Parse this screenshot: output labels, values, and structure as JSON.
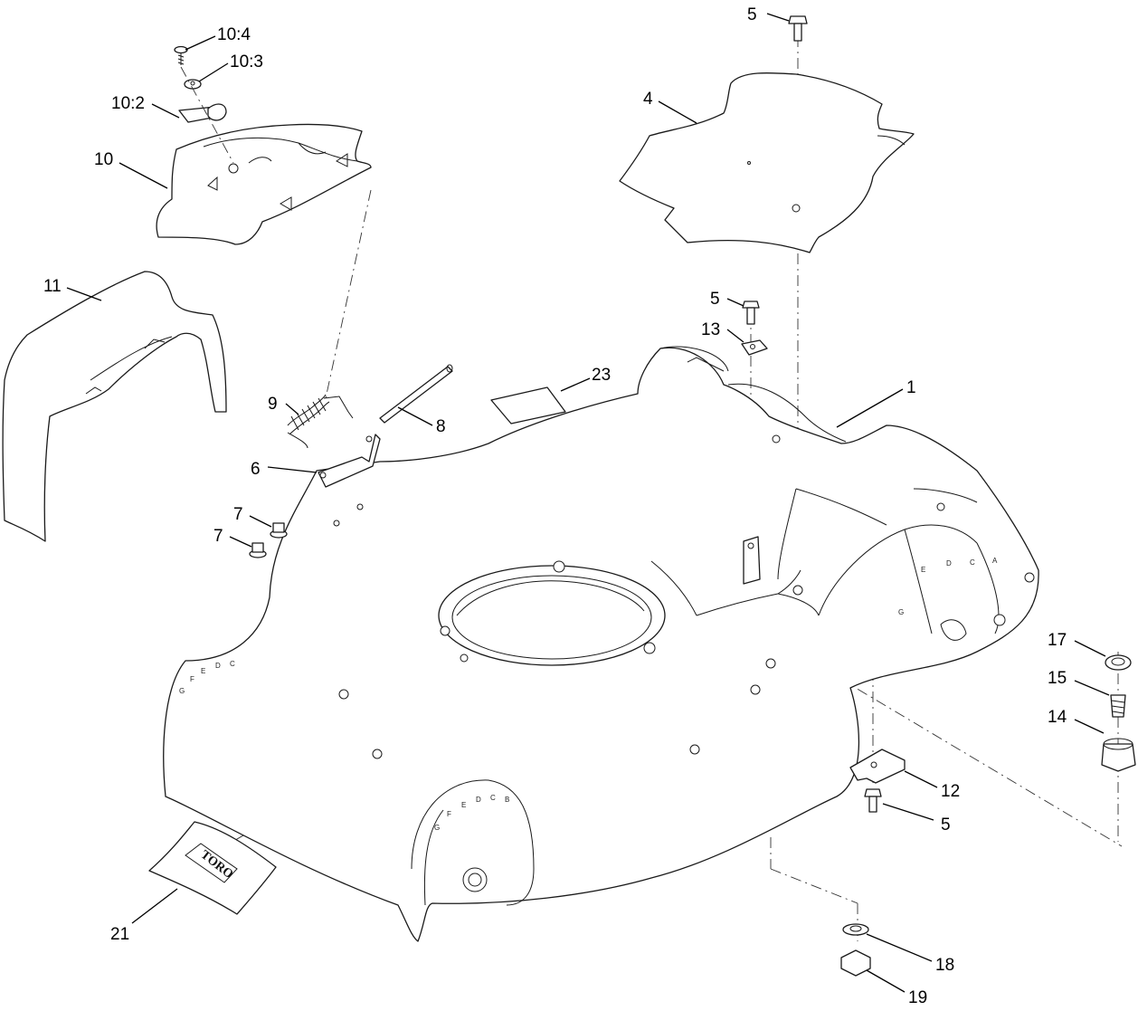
{
  "callouts": [
    {
      "id": "c10-4",
      "text": "10:4"
    },
    {
      "id": "c10-3",
      "text": "10:3"
    },
    {
      "id": "c10-2",
      "text": "10:2"
    },
    {
      "id": "c10",
      "text": "10"
    },
    {
      "id": "c11",
      "text": "11"
    },
    {
      "id": "c9",
      "text": "9"
    },
    {
      "id": "c8",
      "text": "8"
    },
    {
      "id": "c6",
      "text": "6"
    },
    {
      "id": "c7a",
      "text": "7"
    },
    {
      "id": "c7b",
      "text": "7"
    },
    {
      "id": "c5a",
      "text": "5"
    },
    {
      "id": "c4",
      "text": "4"
    },
    {
      "id": "c5b",
      "text": "5"
    },
    {
      "id": "c13",
      "text": "13"
    },
    {
      "id": "c23",
      "text": "23"
    },
    {
      "id": "c1",
      "text": "1"
    },
    {
      "id": "c17",
      "text": "17"
    },
    {
      "id": "c15",
      "text": "15"
    },
    {
      "id": "c14",
      "text": "14"
    },
    {
      "id": "c12",
      "text": "12"
    },
    {
      "id": "c5c",
      "text": "5"
    },
    {
      "id": "c21",
      "text": "21"
    },
    {
      "id": "c18",
      "text": "18"
    },
    {
      "id": "c19",
      "text": "19"
    }
  ],
  "decal": {
    "logo": "TORO"
  },
  "height_letters": {
    "right": [
      "E",
      "D",
      "C",
      "A"
    ],
    "right_lower": [
      "G"
    ],
    "left": [
      "G",
      "F",
      "E",
      "D",
      "C"
    ],
    "rear": [
      "G",
      "F",
      "E",
      "D",
      "C",
      "B"
    ]
  }
}
